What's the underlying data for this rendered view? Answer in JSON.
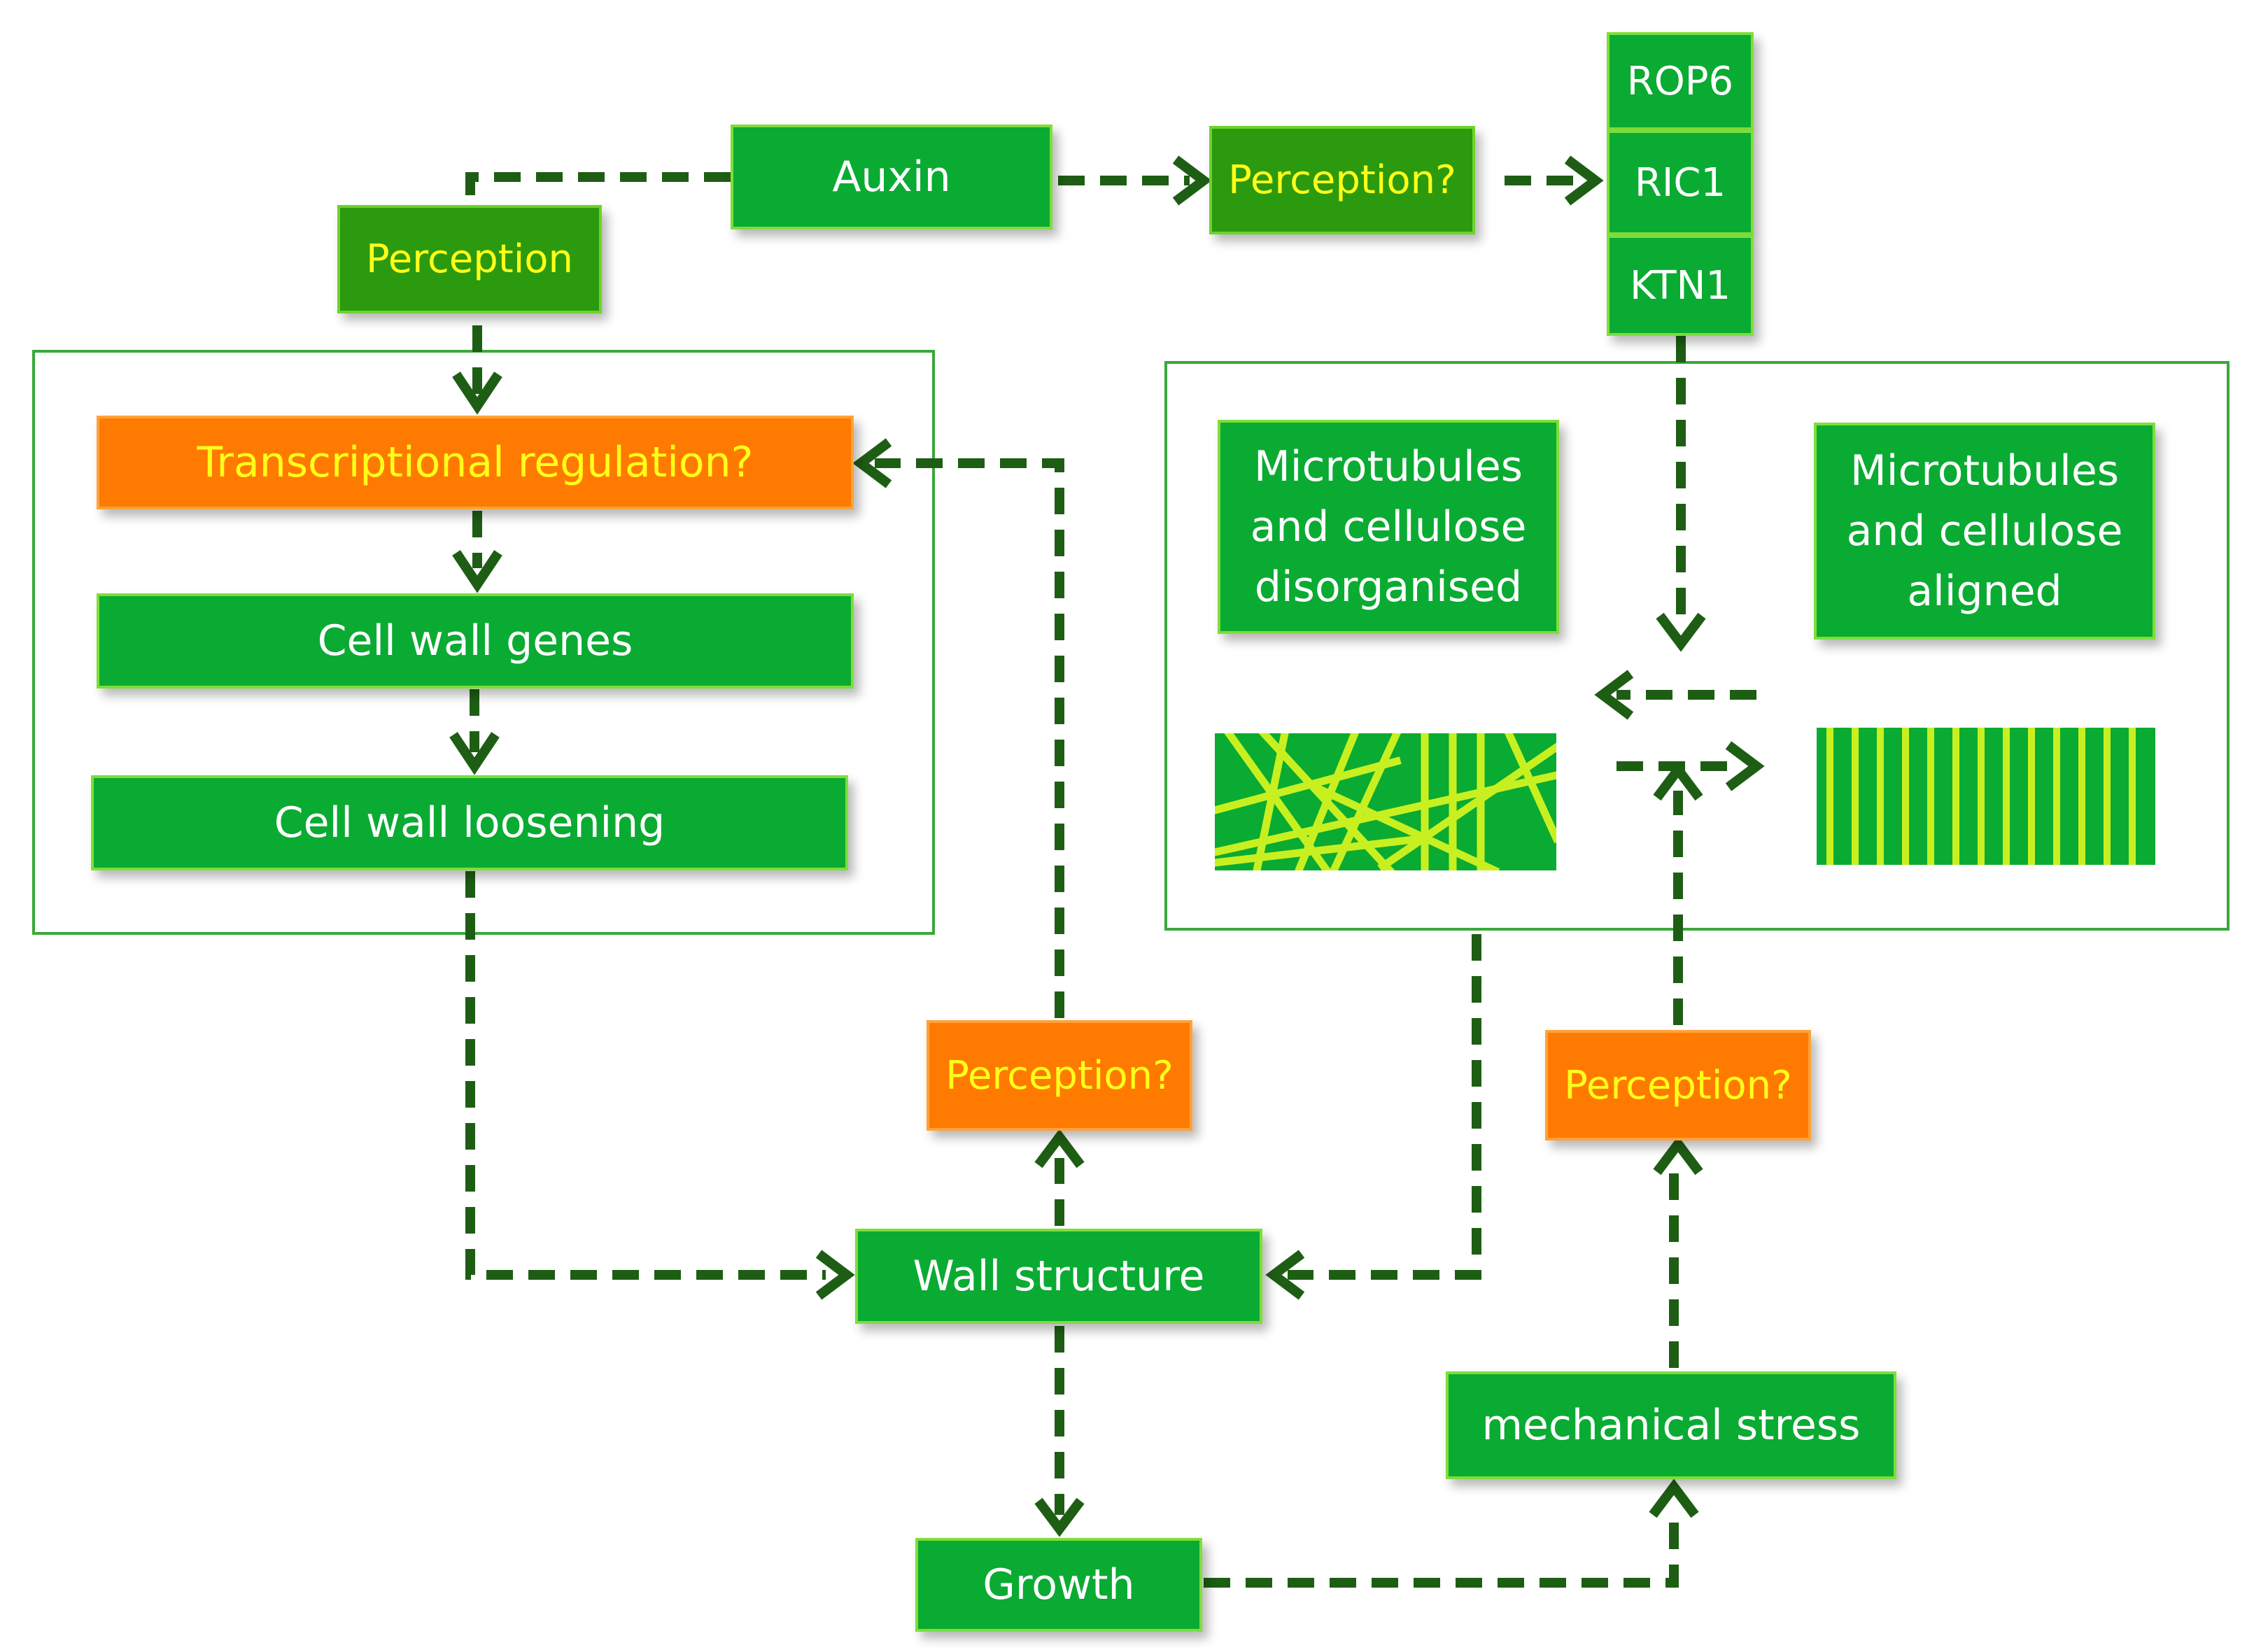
{
  "nodes": {
    "auxin": "Auxin",
    "perception_left": "Perception",
    "perception_top": "Perception?",
    "rop6": "ROP6",
    "ric1": "RIC1",
    "ktn1": "KTN1",
    "transcriptional_regulation": "Transcriptional regulation?",
    "cell_wall_genes": "Cell wall genes",
    "cell_wall_loosening": "Cell wall  loosening",
    "mt_disorganised": "Microtubules\nand cellulose\ndisorganised",
    "mt_aligned": "Microtubules\nand cellulose\naligned",
    "perception_mid": "Perception?",
    "perception_right": "Perception?",
    "wall_structure": "Wall structure",
    "mechanical_stress": "mechanical stress",
    "growth": "Growth"
  },
  "colors": {
    "box_green": "#0aab32",
    "box_dark_green": "#2c9a0e",
    "box_orange": "#ff7a00",
    "text_yellow": "#ffff1a",
    "arrow": "#1e5e14",
    "frame": "#3aa83a",
    "fibre": "#c8f020"
  }
}
